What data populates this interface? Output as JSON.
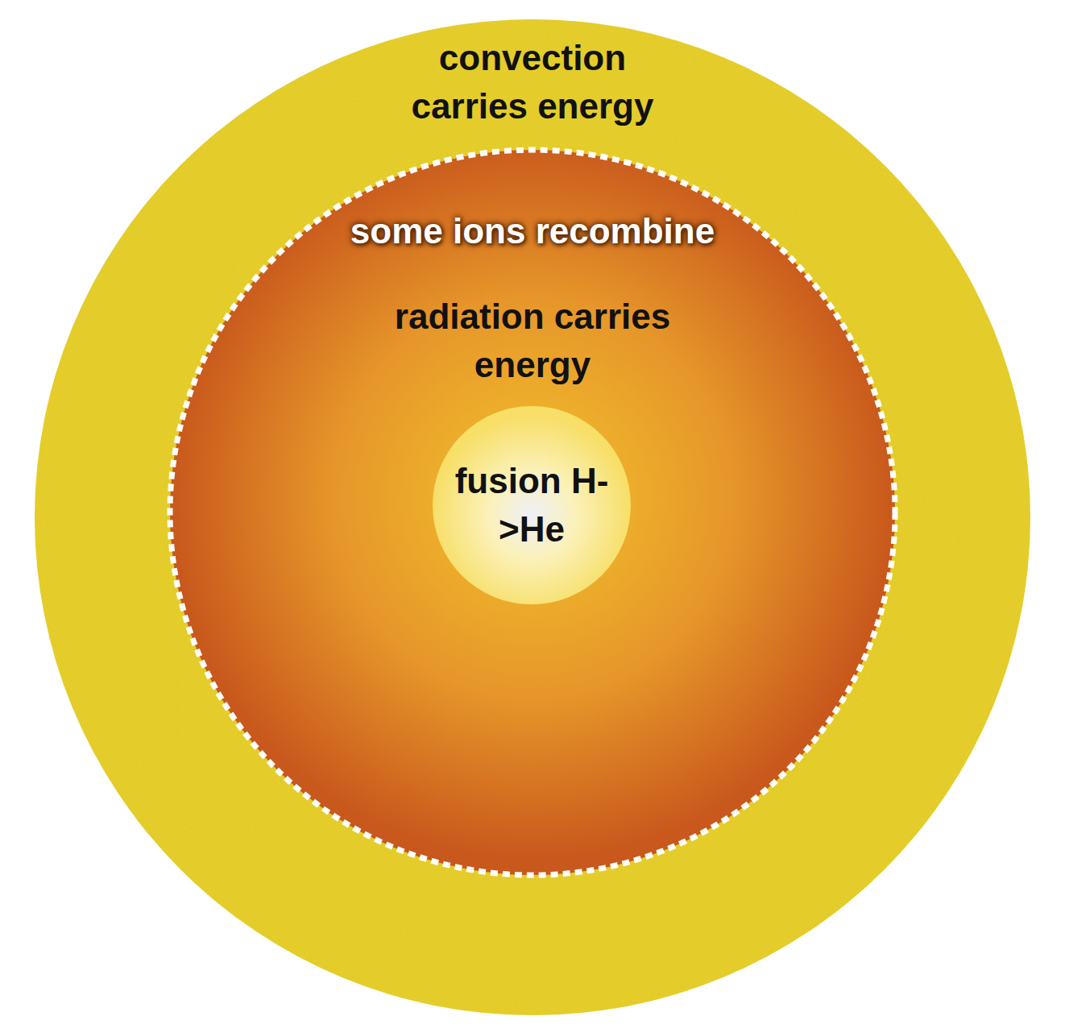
{
  "diagram": {
    "nodes": [
      {
        "text": [
          "convection carries energy"
        ]
      },
      {
        "text": [
          "some ions recombine",
          "radiation carries energy"
        ],
        "in": 0
      },
      {
        "text": [
          "fusion H->He"
        ],
        "in": 1
      }
    ]
  }
}
